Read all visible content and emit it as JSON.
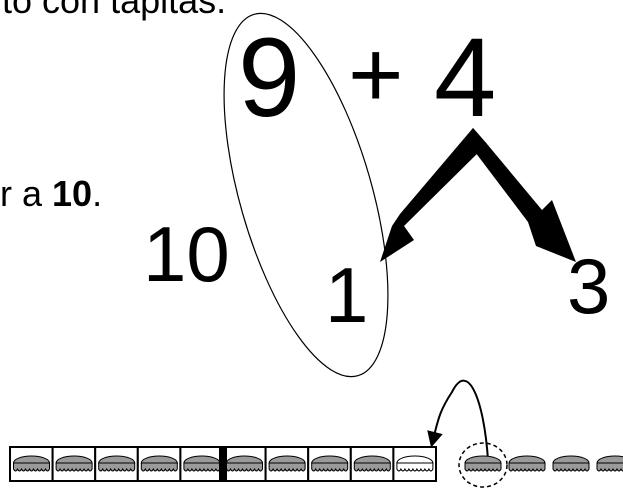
{
  "top_text": "to con tapitas.",
  "side_text_prefix": "r a ",
  "side_text_bold": "10",
  "side_text_suffix": ".",
  "addend_1": "9",
  "operator": "+",
  "addend_2": "4",
  "ten_label": "10",
  "split_1": "1",
  "split_3": "3",
  "ten_frame": {
    "cells": [
      {
        "state": "filled"
      },
      {
        "state": "filled"
      },
      {
        "state": "filled"
      },
      {
        "state": "filled"
      },
      {
        "state": "filled"
      },
      {
        "state": "filled"
      },
      {
        "state": "filled"
      },
      {
        "state": "filled"
      },
      {
        "state": "filled"
      },
      {
        "state": "empty"
      }
    ]
  },
  "loose_caps": [
    {
      "circled": true
    },
    {
      "circled": false
    },
    {
      "circled": false
    },
    {
      "circled": false
    }
  ],
  "colors": {
    "cap_fill": "#9a9a9a",
    "cap_empty": "#ffffff",
    "ink": "#000000"
  }
}
